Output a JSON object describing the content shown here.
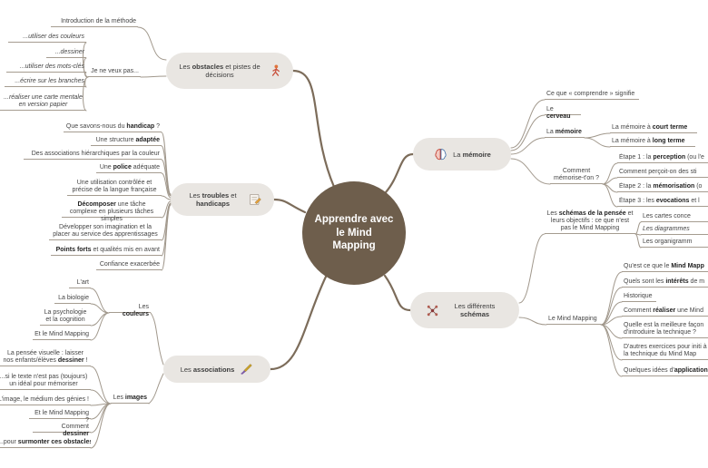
{
  "colors": {
    "center_bg": "#6e5e4c",
    "branch_bg": "#e9e6e2",
    "line_main": "#7c6c5a",
    "line_sub": "#a1988c",
    "underline": "#a59c90",
    "text": "#454545"
  },
  "center": {
    "label": "Apprendre avec le Mind Mapping"
  },
  "branches": {
    "obstacles": {
      "label": "Les **obstacles** et pistes de décisions",
      "icon": "person-icon",
      "nodes": {
        "intro": "Introduction de la méthode",
        "je_ne_veux_pas": "Je ne veux pas...",
        "pas_couleurs": "...utiliser des couleurs",
        "pas_dessiner": "...dessiner",
        "pas_mots_cles": "...utiliser des mots-clés",
        "pas_branches": "...écrire sur les branches",
        "pas_carte_papier": "...réaliser une carte mentale en version papier"
      }
    },
    "troubles": {
      "label": "Les **troubles** et **handicaps**",
      "icon": "memo-icon",
      "nodes": {
        "handicap": "Que savons-nous du **handicap** ?",
        "structure": "Une structure **adaptée**",
        "assoc_couleur": "Des associations hiérarchiques par la couleur",
        "police": "Une **police** adéquate",
        "utilisation": "Une utilisation contrôlée et précise de la langue française",
        "decomposer": "**Décomposer** une tâche complexe en plusieurs tâches simples",
        "developper": "Développer son imagination et la placer au service des apprentissages",
        "points_forts": "**Points forts** et qualités mis en avant",
        "confiance": "Confiance exacerbée"
      }
    },
    "associations": {
      "label": "Les **associations**",
      "icon": "paintbrush-icon",
      "nodes": {
        "couleurs": "Les **couleurs**",
        "art": "L'art",
        "biologie": "La biologie",
        "psychologie": "La psychologie et la cognition",
        "et_mind_mapping": "Et le Mind Mapping",
        "images": "Les **images**",
        "pensee_visuelle": "La pensée visuelle : laisser nos enfants/élèves **dessiner** !",
        "texte_ideal": "...si le texte n'est pas (toujours) un idéal pour mémoriser",
        "image_medium": "L'image, le médium des génies !",
        "et_mind_mapping2": "Et le Mind Mapping ?",
        "comment_dessiner": "Comment **dessiner**",
        "surmonter": "...pour **surmonter ces obstacles**"
      }
    },
    "memoire": {
      "label": "La **mémoire**",
      "icon": "brain-icon",
      "nodes": {
        "comprendre": "Ce que « comprendre » signifie",
        "cerveau": "Le **cerveau**",
        "la_memoire": "La **mémoire**",
        "court_terme": "La mémoire à **court terme**",
        "long_terme": "La mémoire à **long terme**",
        "comment_memorise": "Comment mémorise-t'on ?",
        "etape1": "Étape 1 : la **perception** (ou l'e",
        "percoit": "Comment perçoit-on des sti",
        "etape2": "Étape 2 : la **mémorisation** (o",
        "etape3": "Étape 3 : les **evocations** et l"
      }
    },
    "schemas": {
      "label": "Les différents **schémas**",
      "icon": "molecule-icon",
      "nodes": {
        "schemas_pensee": "Les **schémas de la pensée** et leurs objectifs : ce que n'est pas le Mind Mapping",
        "cartes": "Les cartes conce",
        "diagrammes": "Les diagrammes",
        "organigrammes": "Les organigramm",
        "le_mind_mapping": "Le Mind Mapping",
        "quest_ce_que": "Qu'est ce que le **Mind Mapp**",
        "interets": "Quels sont les **intérêts** de m",
        "historique": "Historique",
        "comment_realiser": "Comment **réaliser** une Mind",
        "meilleure_facon": "Quelle est la meilleure façon d'introduire la technique ?",
        "autres_exercices": "D'autres exercices pour initi à la technique du Mind Map",
        "quelques_idees": "Quelques idées d'**application**"
      }
    }
  }
}
